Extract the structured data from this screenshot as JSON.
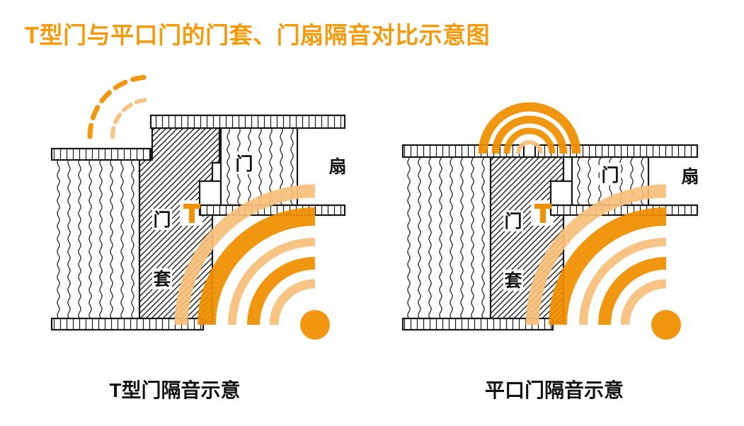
{
  "title": "T型门与平口门的门套、门扇隔音对比示意图",
  "colors": {
    "title_orange": "#F59A0A",
    "accent_strong": "#F08F00",
    "accent_light": "#F7C07A",
    "ink": "#181818"
  },
  "left_panel": {
    "caption": "T型门隔音示意",
    "leaf_label": "门",
    "leaf_label_suffix": "扇",
    "frame_label_top": "门",
    "frame_label_bottom": "套"
  },
  "right_panel": {
    "caption": "平口门隔音示意",
    "leaf_label": "门",
    "leaf_label_suffix": "扇",
    "frame_label_top": "门",
    "frame_label_bottom": "套"
  }
}
